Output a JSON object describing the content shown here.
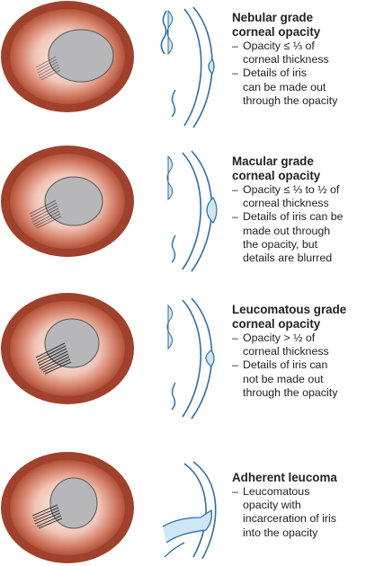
{
  "colors": {
    "sclera_rim": "#a0412b",
    "iris_ring": "#c9735a",
    "cornea_center": "#f7e8e3",
    "pupil_opacity": "#b7b7b9",
    "section_fill": "#cfe6f5",
    "section_stroke": "#2a6fa8"
  },
  "panels": [
    {
      "title": "Nebular grade corneal opacity",
      "title_lines": [
        "Nebular grade",
        "corneal opacity"
      ],
      "items": [
        {
          "lines": [
            "Opacity ≤ ⅓ of",
            "corneal thickness"
          ]
        },
        {
          "lines": [
            "Details of iris",
            "can be made out",
            "through the opacity"
          ]
        }
      ]
    },
    {
      "title": "Macular grade corneal opacity",
      "title_lines": [
        "Macular grade",
        "corneal opacity"
      ],
      "items": [
        {
          "lines": [
            "Opacity ≤ ⅓  to ½ of",
            "corneal thickness"
          ]
        },
        {
          "lines": [
            "Details of iris can be",
            "made out through",
            "the opacity, but",
            "details are blurred"
          ]
        }
      ]
    },
    {
      "title": "Leucomatous grade corneal opacity",
      "title_lines": [
        "Leucomatous grade",
        "corneal opacity"
      ],
      "items": [
        {
          "lines": [
            "Opacity > ½ of",
            "corneal thickness"
          ]
        },
        {
          "lines": [
            "Details of iris can",
            "not be made out",
            "through the opacity"
          ]
        }
      ]
    },
    {
      "title": "Adherent leucoma",
      "title_lines": [
        "Adherent leucoma"
      ],
      "items": [
        {
          "lines": [
            "Leucomatous",
            "opacity with",
            "incarceration of iris",
            "into the opacity"
          ]
        }
      ]
    }
  ],
  "dash": "–"
}
